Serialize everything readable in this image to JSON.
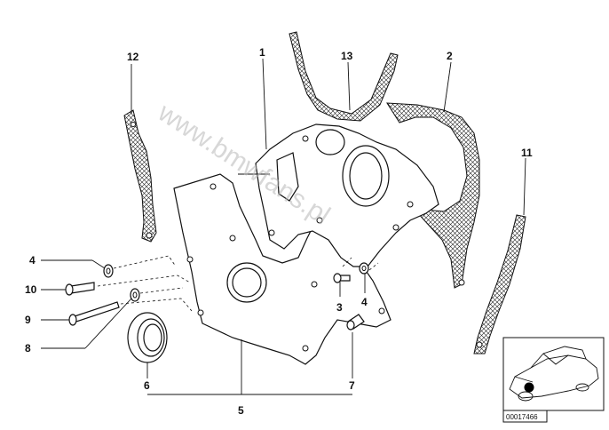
{
  "callouts": [
    {
      "id": "1",
      "label": "1"
    },
    {
      "id": "2",
      "label": "2"
    },
    {
      "id": "3",
      "label": "3"
    },
    {
      "id": "4a",
      "label": "4"
    },
    {
      "id": "4b",
      "label": "4"
    },
    {
      "id": "5",
      "label": "5"
    },
    {
      "id": "6",
      "label": "6"
    },
    {
      "id": "7",
      "label": "7"
    },
    {
      "id": "8",
      "label": "8"
    },
    {
      "id": "9",
      "label": "9"
    },
    {
      "id": "10",
      "label": "10"
    },
    {
      "id": "11",
      "label": "11"
    },
    {
      "id": "12",
      "label": "12"
    },
    {
      "id": "13",
      "label": "13"
    }
  ],
  "inset": {
    "ref_number": "00017466"
  },
  "watermark": {
    "text": "www.bmwfans.pl"
  },
  "colors": {
    "ink": "#111111",
    "background": "#ffffff",
    "watermark": "#b8b8b8",
    "marker": "#000000"
  }
}
